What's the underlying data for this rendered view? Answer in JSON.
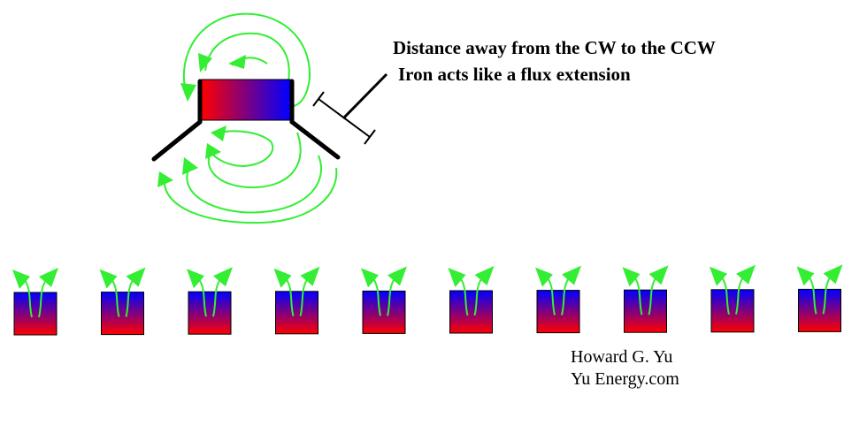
{
  "caption": {
    "line1": "Distance away from the  CW to the CCW",
    "line2": "Iron acts like a flux extension"
  },
  "credit": {
    "name": "Howard G. Yu",
    "site": "Yu Energy.com"
  },
  "colors": {
    "magnet_red": "#ff0000",
    "magnet_blue": "#0000ff",
    "flux_green": "#33ee33",
    "iron_black": "#000000"
  },
  "small_magnet_count": 10
}
